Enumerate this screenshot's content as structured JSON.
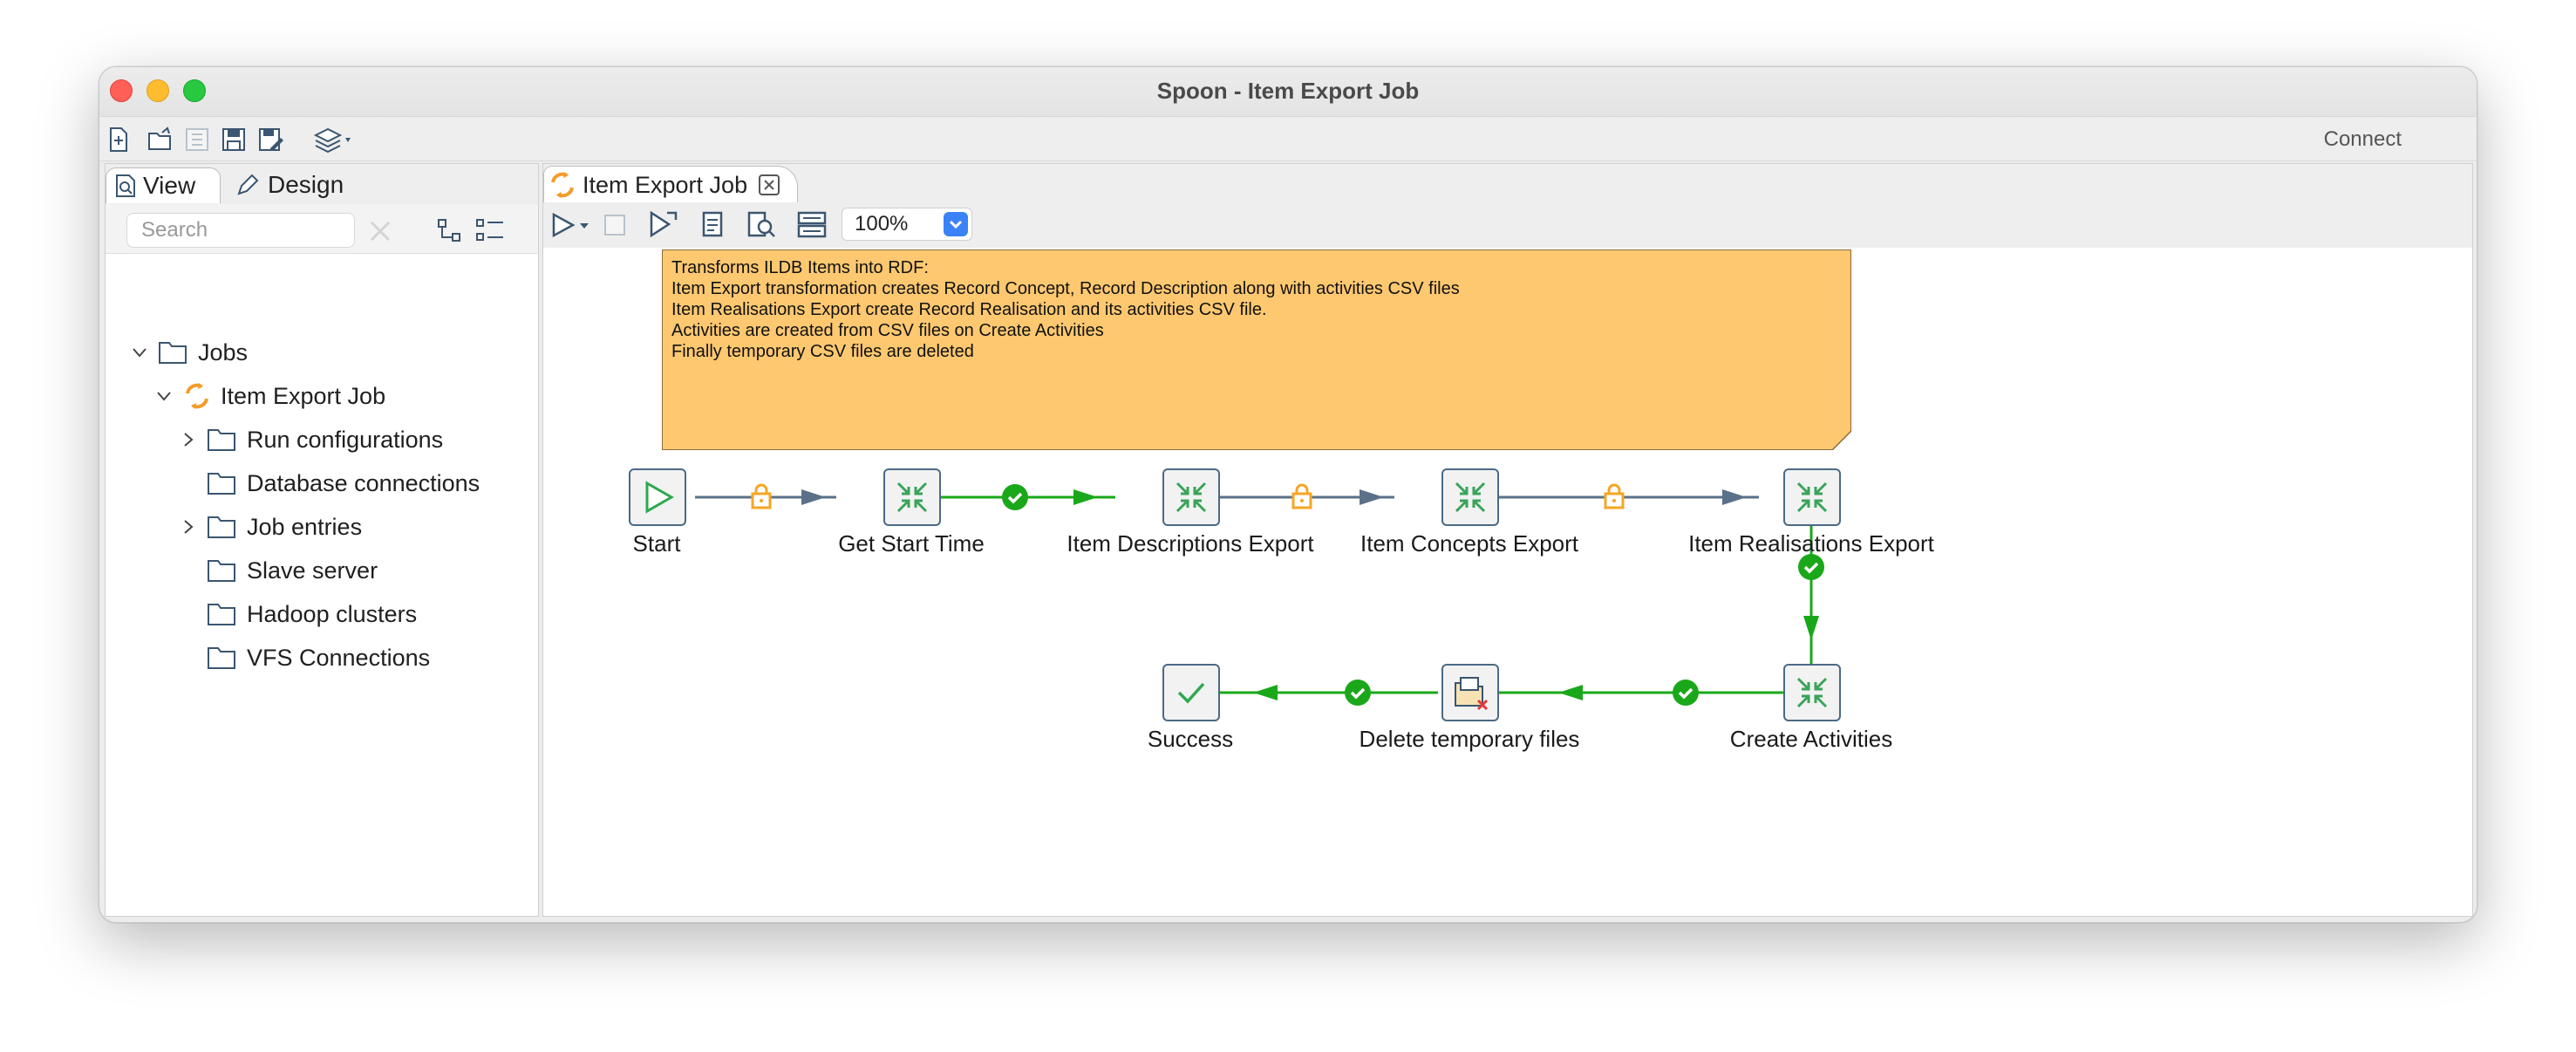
{
  "window": {
    "title": "Spoon - Item Export Job"
  },
  "toolbar": {
    "connect_label": "Connect"
  },
  "left_panel": {
    "tabs": [
      {
        "label": "View"
      },
      {
        "label": "Design"
      }
    ],
    "search_placeholder": "Search",
    "tree": {
      "root": "Jobs",
      "job": "Item Export Job",
      "children": [
        "Run configurations",
        "Database connections",
        "Job entries",
        "Slave server",
        "Hadoop clusters",
        "VFS Connections"
      ]
    }
  },
  "editor": {
    "tab_label": "Item Export Job",
    "zoom": "100%",
    "note_lines": [
      "Transforms ILDB Items into RDF:",
      "Item Export transformation creates Record Concept, Record Description along with activities CSV files",
      "Item Realisations Export create Record Realisation and its activities CSV file.",
      "Activities are created from CSV files on Create Activities",
      "Finally temporary CSV files are deleted"
    ],
    "nodes": {
      "start": "Start",
      "get_start_time": "Get Start Time",
      "item_descriptions_export": "Item Descriptions Export",
      "item_concepts_export": "Item Concepts Export",
      "item_realisations_export": "Item Realisations Export",
      "create_activities": "Create Activities",
      "delete_temporary_files": "Delete temporary files",
      "success": "Success"
    }
  },
  "colors": {
    "hop_unconditional": "#5a7189",
    "hop_success": "#1aa81a",
    "lock": "#f5a623",
    "note_bg": "#fec870",
    "node_border": "#4b6a86",
    "transform_icon": "#3aa35a"
  }
}
